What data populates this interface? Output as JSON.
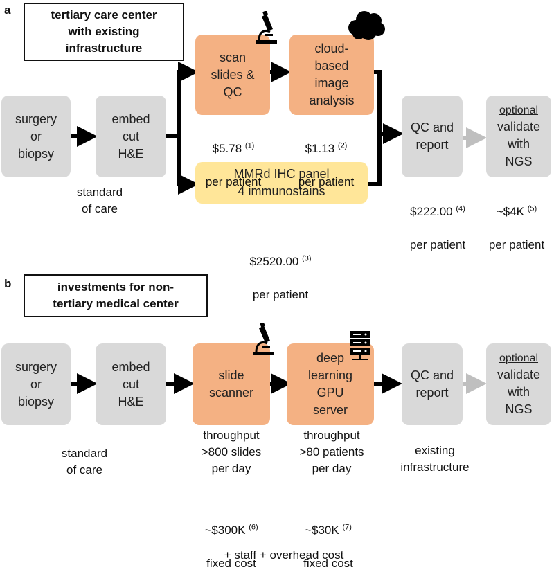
{
  "panel_a": {
    "letter": "a",
    "title": "tertiary care center\nwith existing\ninfrastructure",
    "boxes": {
      "surgery": "surgery\nor\nbiopsy",
      "embed": "embed\ncut\nH&E",
      "scan": "scan\nslides &\nQC",
      "cloud": "cloud-\nbased\nimage\nanalysis",
      "ihc": "MMRd IHC panel\n4 immunostains",
      "qc": "QC and\nreport",
      "validate_optional": "optional",
      "validate": "validate\nwith\nNGS"
    },
    "notes": {
      "standard": "standard\nof care",
      "scan_cost": "$5.78",
      "scan_ref": "(1)",
      "cloud_cost": "$1.13",
      "cloud_ref": "(2)",
      "ihc_cost": "$2520.00",
      "ihc_ref": "(3)",
      "qc_cost": "$222.00",
      "qc_ref": "(4)",
      "ngs_cost": "~$4K",
      "ngs_ref": "(5)",
      "per_patient": "per patient"
    }
  },
  "panel_b": {
    "letter": "b",
    "title": "investments for non-\ntertiary medical center",
    "boxes": {
      "surgery": "surgery\nor\nbiopsy",
      "embed": "embed\ncut\nH&E",
      "scanner": "slide\nscanner",
      "gpu": "deep\nlearning\nGPU\nserver",
      "qc": "QC and\nreport",
      "validate_optional": "optional",
      "validate": "validate\nwith\nNGS"
    },
    "notes": {
      "standard": "standard\nof care",
      "scanner_throughput": "throughput\n>800 slides\nper day",
      "gpu_throughput": "throughput\n>80 patients\nper day",
      "existing": "existing\ninfrastructure",
      "scanner_cost": "~$300K",
      "scanner_ref": "(6)",
      "gpu_cost": "~$30K",
      "gpu_ref": "(7)",
      "fixed_cost": "fixed cost",
      "staff": "+ staff + overhead cost"
    }
  },
  "icons": [
    "microscope-icon",
    "cloud-icon",
    "microscope-icon",
    "server-icon"
  ],
  "colors": {
    "grey": "#d9d9d9",
    "orange": "#f4b183",
    "yellow": "#ffe699",
    "arrow_black": "#000000",
    "arrow_grey": "#bfbfbf"
  }
}
